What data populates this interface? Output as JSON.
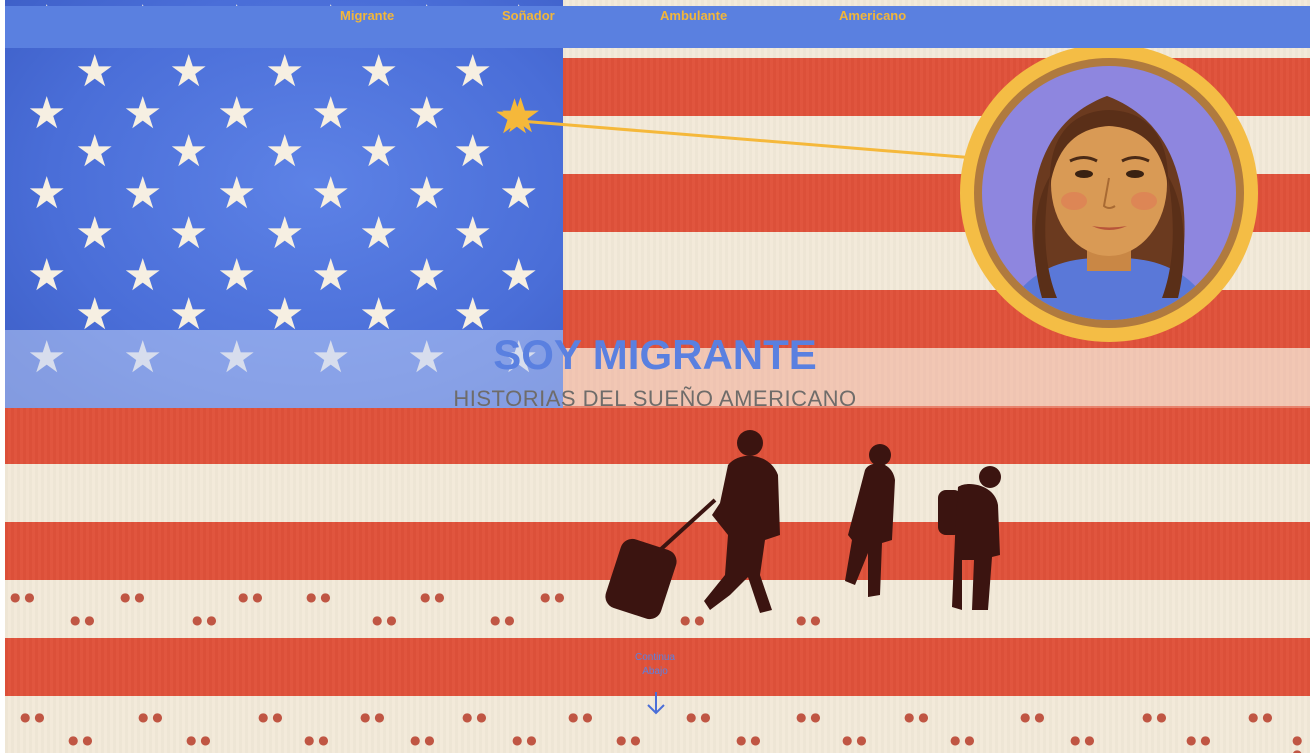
{
  "nav": {
    "items": [
      {
        "label": "Migrante"
      },
      {
        "label": "Soñador"
      },
      {
        "label": "Ambulante"
      },
      {
        "label": "Americano"
      }
    ]
  },
  "hero": {
    "title": "SOY MIGRANTE",
    "subtitle": "HISTORIAS DEL SUEÑO AMERICANO"
  },
  "scroll_hint": {
    "line1": "Continua",
    "line2": "Abajo",
    "icon": "arrow-down-icon"
  },
  "colors": {
    "nav_bg": "#5a80e0",
    "nav_text": "#f2b63a",
    "title": "#5a80e0",
    "subtitle": "#6f6c6a",
    "stripe_red": "#e0523a",
    "stripe_white": "#f3ead9",
    "canton_blue": "#4a6ed8",
    "gold": "#f5b83a"
  }
}
